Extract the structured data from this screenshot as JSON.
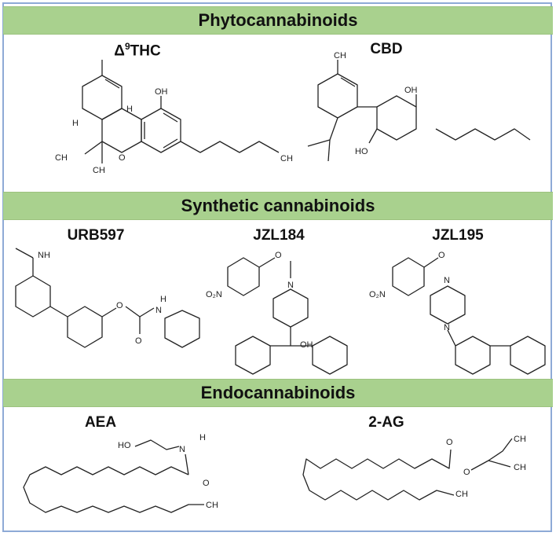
{
  "sections": [
    {
      "title": "Phytocannabinoids"
    },
    {
      "title": "Synthetic cannabinoids"
    },
    {
      "title": "Endocannabinoids"
    }
  ],
  "compounds": {
    "thc": {
      "name_prefix": "Δ",
      "name_sup": "9",
      "name_suffix": "THC",
      "atoms": {
        "oh": "OH",
        "o": "O",
        "ch3_a": "CH",
        "ch3_b": "CH",
        "ch3_c": "CH",
        "h1": "H",
        "h2": "H"
      }
    },
    "cbd": {
      "name": "CBD",
      "atoms": {
        "oh_top": "OH",
        "oh_bottom": "HO",
        "ch3": "CH"
      }
    },
    "urb": {
      "name": "URB597",
      "atoms": {
        "nh2": "NH",
        "o1": "O",
        "o2": "O",
        "n": "N",
        "h": "H"
      }
    },
    "jzl184": {
      "name": "JZL184",
      "atoms": {
        "o2n": "O₂N",
        "n": "N",
        "oh": "OH",
        "o": "O"
      }
    },
    "jzl195": {
      "name": "JZL195",
      "atoms": {
        "o2n": "O₂N",
        "n1": "N",
        "n2": "N",
        "o": "O"
      }
    },
    "aea": {
      "name": "AEA",
      "atoms": {
        "ho": "HO",
        "n": "N",
        "h": "H",
        "o": "O",
        "ch3": "CH"
      }
    },
    "ag2": {
      "name": "2-AG",
      "atoms": {
        "o1": "O",
        "o2": "O",
        "ch3_top": "CH",
        "ch3_right": "CH",
        "ch3_tail": "CH"
      }
    }
  }
}
